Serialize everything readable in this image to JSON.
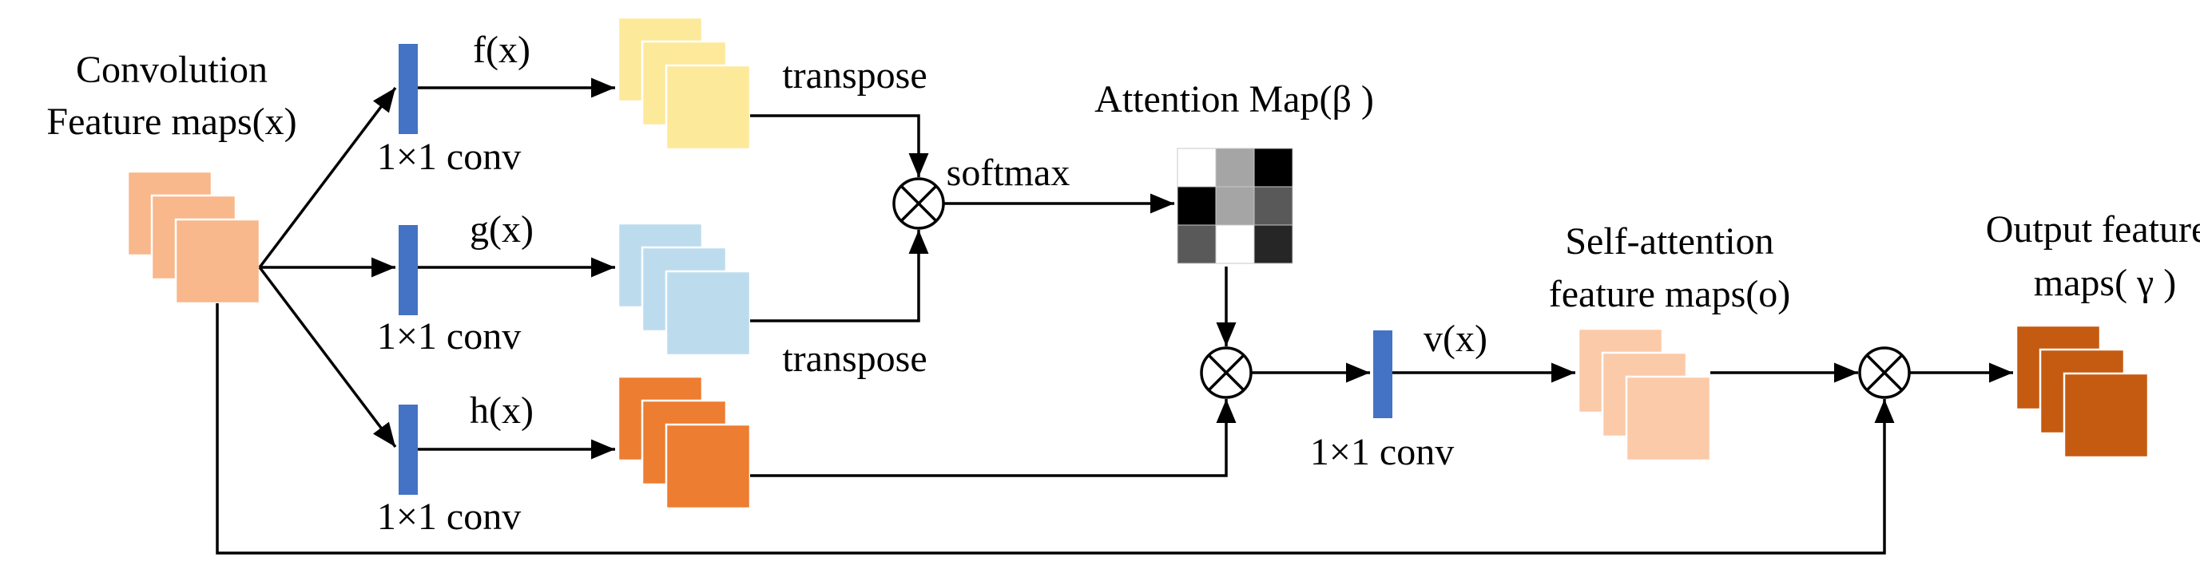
{
  "labels": {
    "input_title_line1": "Convolution",
    "input_title_line2": "Feature maps(x)",
    "f": "f(x)",
    "g": "g(x)",
    "h": "h(x)",
    "v": "v(x)",
    "conv": "1×1 conv",
    "transpose": "transpose",
    "softmax": "softmax",
    "attention_map": "Attention Map(β )",
    "self_attention_line1": "Self-attention",
    "self_attention_line2": "feature maps(o)",
    "output_line1": "Output feature",
    "output_line2": "maps( γ )"
  },
  "colors": {
    "conv_block": "#4472c4",
    "input_maps": "#f8b88b",
    "f_maps": "#fde99a",
    "g_maps": "#bcdcee",
    "h_maps": "#ed7d31",
    "self_attention_maps": "#fbcaa8",
    "output_maps": "#c55a11"
  },
  "attention_map_cells": [
    [
      "#ffffff",
      "#a5a5a5",
      "#000000"
    ],
    [
      "#000000",
      "#a5a5a5",
      "#595959"
    ],
    [
      "#595959",
      "#ffffff",
      "#262626"
    ]
  ],
  "operators": [
    "multiply-icon",
    "multiply-icon",
    "multiply-icon"
  ]
}
